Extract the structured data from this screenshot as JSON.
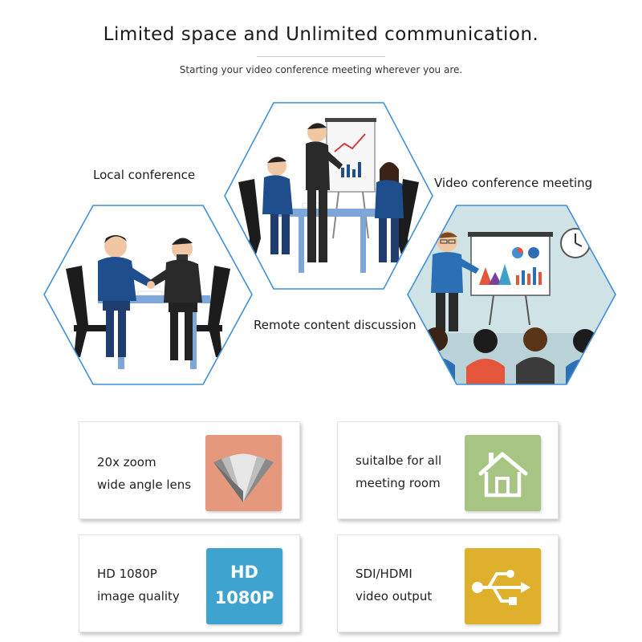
{
  "header": {
    "title": "Limited space and Unlimited communication.",
    "subtitle": "Starting your video conference meeting wherever you are."
  },
  "scenes": {
    "local_label": "Local conference",
    "video_label": "Video conference meeting",
    "remote_label": "Remote content discussion"
  },
  "features": [
    {
      "line1": "20x zoom",
      "line2": "wide angle lens",
      "icon": "wide-angle-lens-icon",
      "color": "#e5987b"
    },
    {
      "line1": "suitalbe for all",
      "line2": "meeting room",
      "icon": "house-icon",
      "color": "#a8c482"
    },
    {
      "line1": "HD 1080P",
      "line2": "image quality",
      "icon": "hd-badge-icon",
      "color": "#3ea3cf",
      "badge1": "HD",
      "badge2": "1080P"
    },
    {
      "line1": "SDI/HDMI",
      "line2": "video output",
      "icon": "usb-icon",
      "color": "#deb02c"
    }
  ]
}
